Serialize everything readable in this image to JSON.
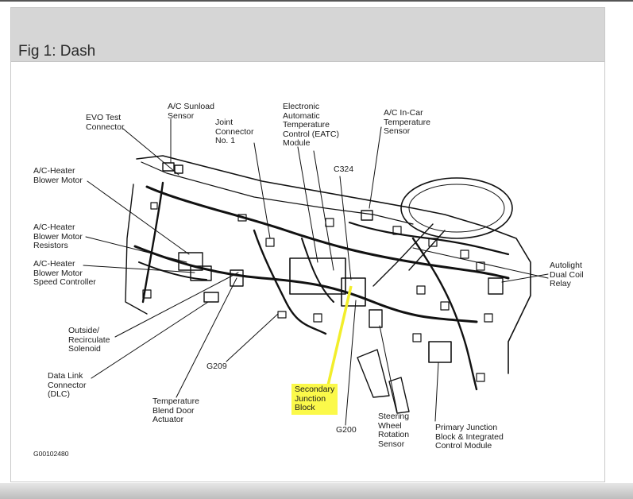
{
  "figure": {
    "title": "Fig 1: Dash",
    "code": "G00102480"
  },
  "labels": {
    "evo_test_connector": "EVO Test\nConnector",
    "ac_sunload_sensor": "A/C Sunload\nSensor",
    "joint_connector": "Joint\nConnector\nNo. 1",
    "eatc_module": "Electronic\nAutomatic\nTemperature\nControl (EATC)\nModule",
    "ac_incar_sensor": "A/C In-Car\nTemperature\nSensor",
    "c324": "C324",
    "blower_motor": "A/C-Heater\nBlower Motor",
    "blower_resistors": "A/C-Heater\nBlower Motor\nResistors",
    "blower_speed_controller": "A/C-Heater\nBlower Motor\nSpeed Controller",
    "autolight_relay": "Autolight\nDual Coil\nRelay",
    "outside_recirc_solenoid": "Outside/\nRecirculate\nSolenoid",
    "g209": "G209",
    "dlc": "Data Link\nConnector\n(DLC)",
    "blend_door_actuator": "Temperature\nBlend Door\nActuator",
    "secondary_junction_block": "Secondary\nJunction\nBlock",
    "g200": "G200",
    "steering_rotation_sensor": "Steering\nWheel\nRotation\nSensor",
    "primary_junction_block": "Primary Junction\nBlock & Integrated\nControl Module"
  },
  "colors": {
    "highlight": "#fbf94a",
    "header_bg": "#d6d6d6"
  }
}
